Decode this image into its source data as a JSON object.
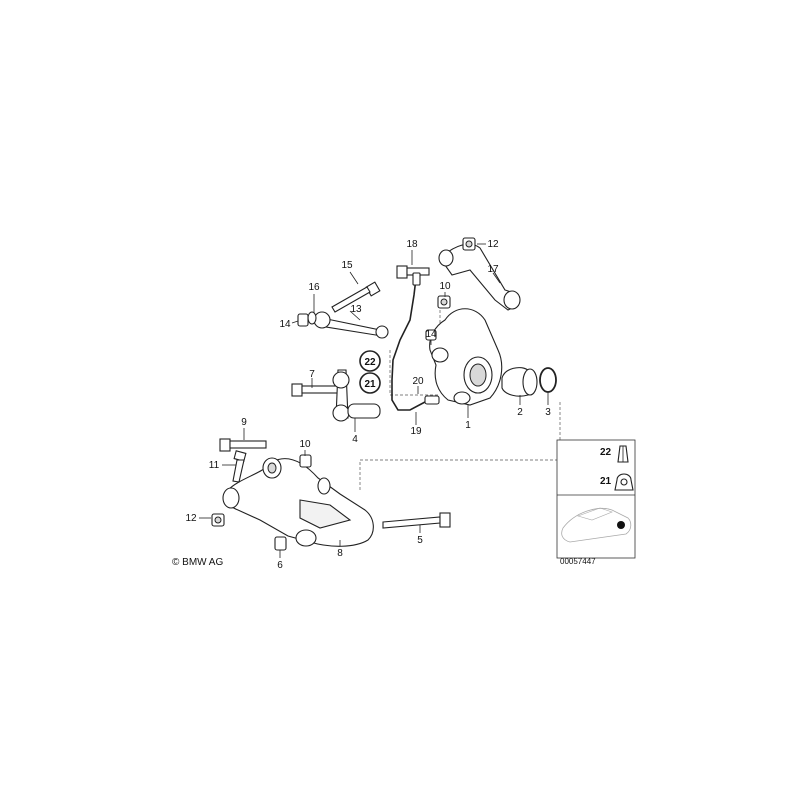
{
  "callouts": [
    "1",
    "2",
    "3",
    "4",
    "5",
    "6",
    "7",
    "8",
    "9",
    "10",
    "10",
    "11",
    "12",
    "12",
    "13",
    "14",
    "14",
    "15",
    "16",
    "17",
    "18",
    "19",
    "20",
    "21",
    "22"
  ],
  "inset": {
    "item_22": "22",
    "item_21": "21",
    "image_number": "00057447"
  },
  "copyright": "© BMW AG"
}
